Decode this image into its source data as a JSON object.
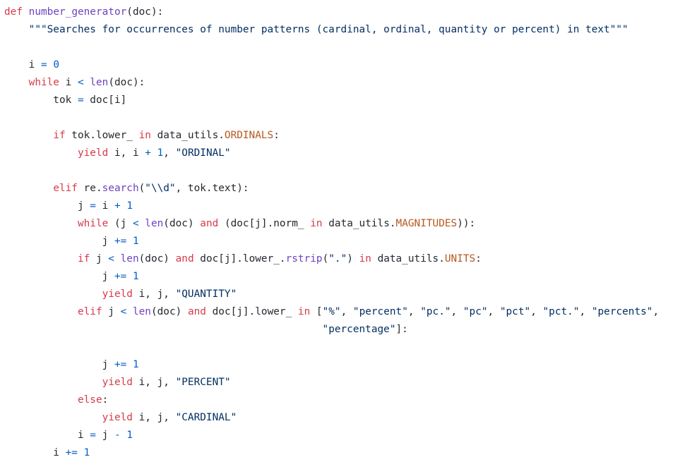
{
  "code": {
    "lines": [
      [
        [
          "kw",
          "def"
        ],
        [
          "plain",
          " "
        ],
        [
          "fn",
          "number_generator"
        ],
        [
          "plain",
          "(doc):"
        ]
      ],
      [
        [
          "plain",
          "    "
        ],
        [
          "str",
          "\"\"\"Searches for occurrences of number patterns (cardinal, ordinal, quantity or percent) in text\"\"\""
        ]
      ],
      [],
      [
        [
          "plain",
          "    i "
        ],
        [
          "op",
          "="
        ],
        [
          "plain",
          " "
        ],
        [
          "num",
          "0"
        ]
      ],
      [
        [
          "plain",
          "    "
        ],
        [
          "kw",
          "while"
        ],
        [
          "plain",
          " i "
        ],
        [
          "op",
          "<"
        ],
        [
          "plain",
          " "
        ],
        [
          "fn",
          "len"
        ],
        [
          "plain",
          "(doc):"
        ]
      ],
      [
        [
          "plain",
          "        tok "
        ],
        [
          "op",
          "="
        ],
        [
          "plain",
          " doc[i]"
        ]
      ],
      [],
      [
        [
          "plain",
          "        "
        ],
        [
          "kw",
          "if"
        ],
        [
          "plain",
          " tok.lower_ "
        ],
        [
          "kw",
          "in"
        ],
        [
          "plain",
          " data_utils."
        ],
        [
          "const",
          "ORDINALS"
        ],
        [
          "plain",
          ":"
        ]
      ],
      [
        [
          "plain",
          "            "
        ],
        [
          "kw",
          "yield"
        ],
        [
          "plain",
          " i, i "
        ],
        [
          "op",
          "+"
        ],
        [
          "plain",
          " "
        ],
        [
          "num",
          "1"
        ],
        [
          "plain",
          ", "
        ],
        [
          "str",
          "\"ORDINAL\""
        ]
      ],
      [],
      [
        [
          "plain",
          "        "
        ],
        [
          "kw",
          "elif"
        ],
        [
          "plain",
          " re."
        ],
        [
          "fn",
          "search"
        ],
        [
          "plain",
          "("
        ],
        [
          "str",
          "\"\\\\d\""
        ],
        [
          "plain",
          ", tok.text):"
        ]
      ],
      [
        [
          "plain",
          "            j "
        ],
        [
          "op",
          "="
        ],
        [
          "plain",
          " i "
        ],
        [
          "op",
          "+"
        ],
        [
          "plain",
          " "
        ],
        [
          "num",
          "1"
        ]
      ],
      [
        [
          "plain",
          "            "
        ],
        [
          "kw",
          "while"
        ],
        [
          "plain",
          " (j "
        ],
        [
          "op",
          "<"
        ],
        [
          "plain",
          " "
        ],
        [
          "fn",
          "len"
        ],
        [
          "plain",
          "(doc) "
        ],
        [
          "kw",
          "and"
        ],
        [
          "plain",
          " (doc[j].norm_ "
        ],
        [
          "kw",
          "in"
        ],
        [
          "plain",
          " data_utils."
        ],
        [
          "const",
          "MAGNITUDES"
        ],
        [
          "plain",
          "))"
        ],
        [
          "plain",
          ":"
        ]
      ],
      [
        [
          "plain",
          "                j "
        ],
        [
          "op",
          "+="
        ],
        [
          "plain",
          " "
        ],
        [
          "num",
          "1"
        ]
      ],
      [
        [
          "plain",
          "            "
        ],
        [
          "kw",
          "if"
        ],
        [
          "plain",
          " j "
        ],
        [
          "op",
          "<"
        ],
        [
          "plain",
          " "
        ],
        [
          "fn",
          "len"
        ],
        [
          "plain",
          "(doc) "
        ],
        [
          "kw",
          "and"
        ],
        [
          "plain",
          " doc[j].lower_."
        ],
        [
          "fn",
          "rstrip"
        ],
        [
          "plain",
          "("
        ],
        [
          "str",
          "\".\""
        ],
        [
          "plain",
          ") "
        ],
        [
          "kw",
          "in"
        ],
        [
          "plain",
          " data_utils."
        ],
        [
          "const",
          "UNITS"
        ],
        [
          "plain",
          ":"
        ]
      ],
      [
        [
          "plain",
          "                j "
        ],
        [
          "op",
          "+="
        ],
        [
          "plain",
          " "
        ],
        [
          "num",
          "1"
        ]
      ],
      [
        [
          "plain",
          "                "
        ],
        [
          "kw",
          "yield"
        ],
        [
          "plain",
          " i, j, "
        ],
        [
          "str",
          "\"QUANTITY\""
        ]
      ],
      [
        [
          "plain",
          "            "
        ],
        [
          "kw",
          "elif"
        ],
        [
          "plain",
          " j "
        ],
        [
          "op",
          "<"
        ],
        [
          "plain",
          " "
        ],
        [
          "fn",
          "len"
        ],
        [
          "plain",
          "(doc) "
        ],
        [
          "kw",
          "and"
        ],
        [
          "plain",
          " doc[j].lower_ "
        ],
        [
          "kw",
          "in"
        ],
        [
          "plain",
          " ["
        ],
        [
          "str",
          "\"%\""
        ],
        [
          "plain",
          ", "
        ],
        [
          "str",
          "\"percent\""
        ],
        [
          "plain",
          ", "
        ],
        [
          "str",
          "\"pc.\""
        ],
        [
          "plain",
          ", "
        ],
        [
          "str",
          "\"pc\""
        ],
        [
          "plain",
          ", "
        ],
        [
          "str",
          "\"pct\""
        ],
        [
          "plain",
          ", "
        ],
        [
          "str",
          "\"pct.\""
        ],
        [
          "plain",
          ", "
        ],
        [
          "str",
          "\"percents\""
        ],
        [
          "plain",
          ","
        ]
      ],
      [
        [
          "plain",
          "                                                    "
        ],
        [
          "str",
          "\"percentage\""
        ],
        [
          "plain",
          "]:"
        ]
      ],
      [],
      [
        [
          "plain",
          "                j "
        ],
        [
          "op",
          "+="
        ],
        [
          "plain",
          " "
        ],
        [
          "num",
          "1"
        ]
      ],
      [
        [
          "plain",
          "                "
        ],
        [
          "kw",
          "yield"
        ],
        [
          "plain",
          " i, j, "
        ],
        [
          "str",
          "\"PERCENT\""
        ]
      ],
      [
        [
          "plain",
          "            "
        ],
        [
          "kw",
          "else"
        ],
        [
          "plain",
          ":"
        ]
      ],
      [
        [
          "plain",
          "                "
        ],
        [
          "kw",
          "yield"
        ],
        [
          "plain",
          " i, j, "
        ],
        [
          "str",
          "\"CARDINAL\""
        ]
      ],
      [
        [
          "plain",
          "            i "
        ],
        [
          "op",
          "="
        ],
        [
          "plain",
          " j "
        ],
        [
          "op",
          "-"
        ],
        [
          "plain",
          " "
        ],
        [
          "num",
          "1"
        ]
      ],
      [
        [
          "plain",
          "        i "
        ],
        [
          "op",
          "+="
        ],
        [
          "plain",
          " "
        ],
        [
          "num",
          "1"
        ]
      ]
    ]
  }
}
